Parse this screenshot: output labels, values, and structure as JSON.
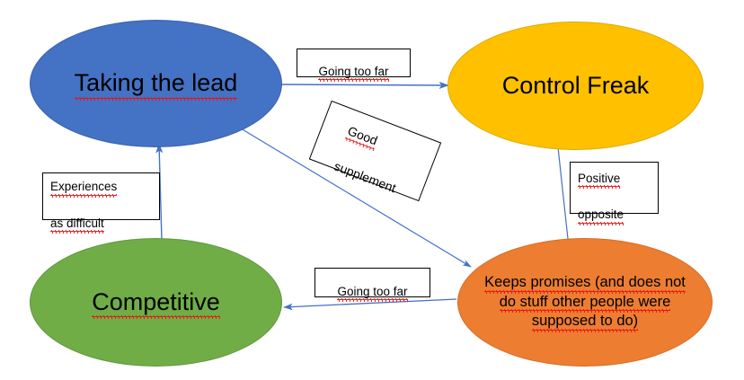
{
  "diagram": {
    "title": "Taking the lead / Control Freak / Competitive / Keeps promises relationship map",
    "background": "#FFFFFF",
    "arrow_color": "#4472C4",
    "nodes": [
      {
        "id": "taking-the-lead",
        "label": "Taking the lead",
        "color": "#4472C4",
        "shape": "ellipse",
        "spellcheck_underline": true
      },
      {
        "id": "control-freak",
        "label": "Control Freak",
        "color": "#FFC000",
        "shape": "ellipse",
        "spellcheck_underline": false
      },
      {
        "id": "competitive",
        "label": "Competitive",
        "color": "#70AD47",
        "shape": "ellipse",
        "spellcheck_underline": true
      },
      {
        "id": "keeps-promises",
        "label_line1": "Keeps promises (and does not",
        "label_line2": "do stuff other people were",
        "label_line3": "supposed to do)",
        "color": "#ED7D31",
        "shape": "ellipse",
        "spellcheck_underline": true
      }
    ],
    "edge_labels": [
      {
        "id": "going-too-far-top",
        "text": "Going too far",
        "from": "taking-the-lead",
        "to": "control-freak"
      },
      {
        "id": "good-supplement",
        "line1": "Good",
        "line2": "supplement",
        "from": "taking-the-lead",
        "to": "keeps-promises",
        "rotation_deg": 21
      },
      {
        "id": "positive-opposite",
        "line1": "Positive",
        "line2": "opposite",
        "from": "control-freak",
        "to": "keeps-promises"
      },
      {
        "id": "going-too-far-bottom",
        "text": "Going too far",
        "from": "keeps-promises",
        "to": "competitive"
      },
      {
        "id": "experiences-as-difficult",
        "line1": "Experiences",
        "line2": "as difficult",
        "from": "competitive",
        "to": "taking-the-lead"
      }
    ]
  }
}
